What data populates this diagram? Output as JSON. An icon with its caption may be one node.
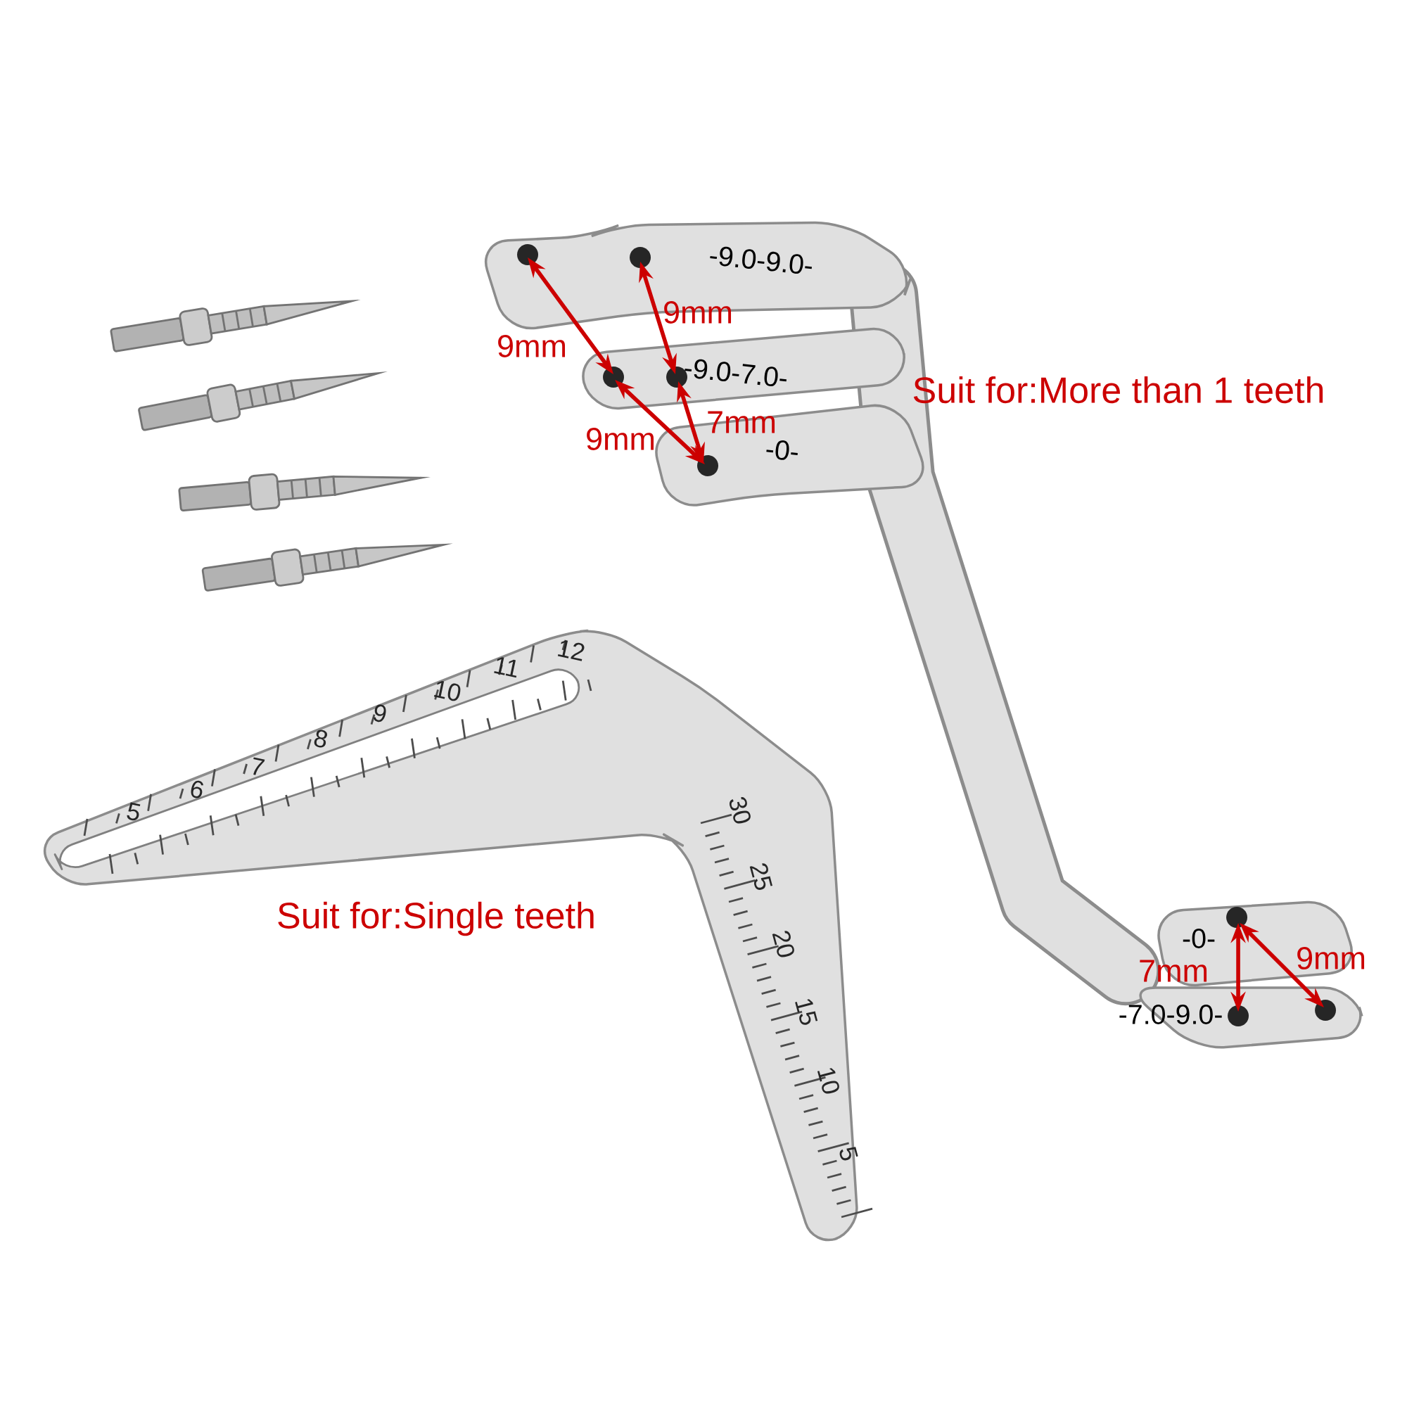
{
  "diagram": {
    "labels": [
      "-9.0-9.0-",
      "9mm",
      "9mm",
      "-9.0-7.0-",
      "Suit for:More than 1 teeth",
      "9mm",
      "7mm",
      "-0-",
      "12",
      "11",
      "10",
      "9",
      "8",
      "7",
      "6",
      "5",
      "30",
      "25",
      "20",
      "15",
      "10",
      "5",
      "Suit for:Single teeth",
      "-0-",
      "9mm",
      "7mm",
      "-7.0-9.0-"
    ]
  }
}
